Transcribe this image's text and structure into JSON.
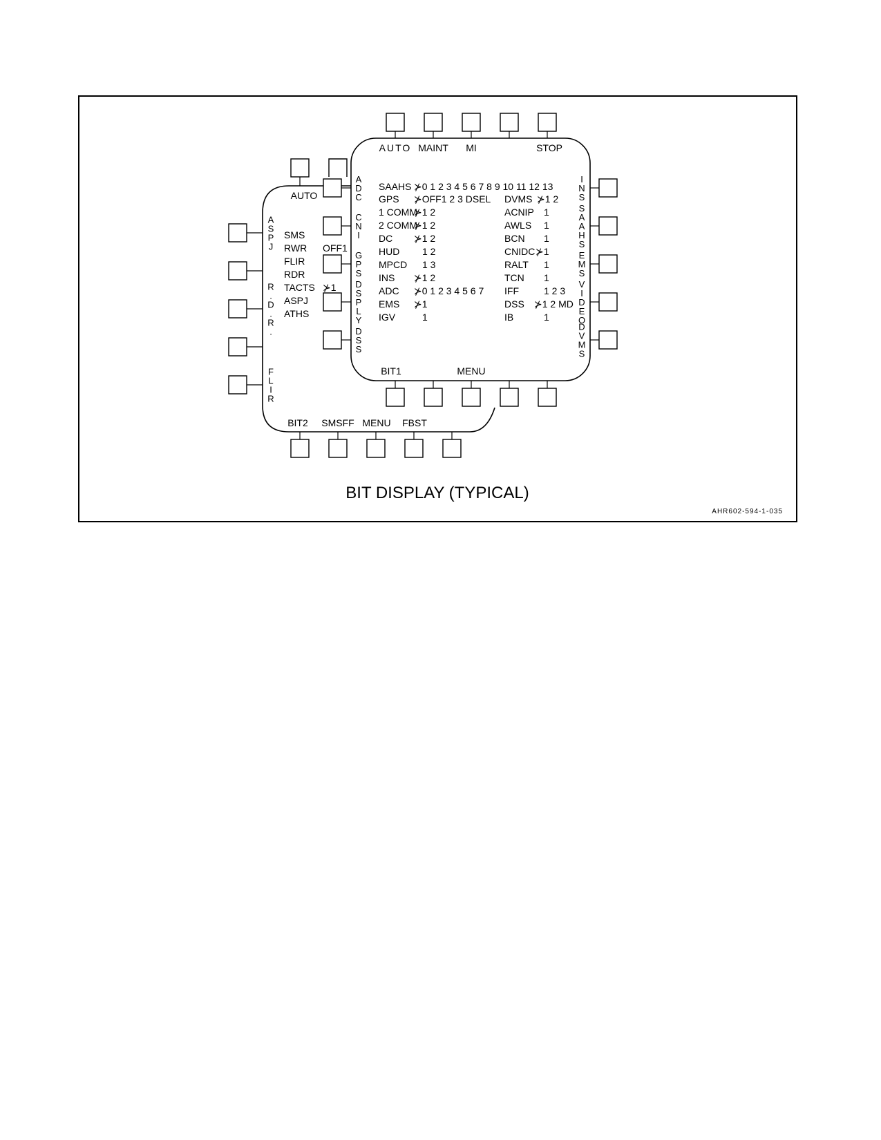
{
  "caption": "BIT DISPLAY (TYPICAL)",
  "figure_id": "AHR602-594-1-035",
  "front_panel": {
    "top_labels": [
      "AUTO",
      "MAINT",
      "MI",
      "STOP"
    ],
    "bottom_labels": [
      "BIT1",
      "MENU"
    ],
    "left_vertical_labels": [
      "ADC",
      "CNI",
      "GPS",
      "DSPLY",
      "DSS"
    ],
    "right_vertical_labels": [
      "INS",
      "SAAHS",
      "EMS",
      "VIDEO",
      "DVMS"
    ],
    "left_rows": [
      {
        "name": "SAAHS",
        "value": "⊁0 1 2 3 4 5 6 7 8 9 10 11 12 13"
      },
      {
        "name": "GPS",
        "value": "⊁OFF1 2 3 DSEL"
      },
      {
        "name": "1 COMM",
        "value": "⊁1 2"
      },
      {
        "name": "2 COMM",
        "value": "⊁1 2"
      },
      {
        "name": "DC",
        "value": "⊁1 2"
      },
      {
        "name": "HUD",
        "value": "1 2"
      },
      {
        "name": "MPCD",
        "value": "1 3"
      },
      {
        "name": "INS",
        "value": "⊁1 2"
      },
      {
        "name": "ADC",
        "value": "⊁0 1 2 3 4 5 6 7"
      },
      {
        "name": "EMS",
        "value": "⊁1"
      },
      {
        "name": "IGV",
        "value": "1"
      }
    ],
    "right_rows": [
      {
        "name": "DVMS",
        "value": "⊁1 2"
      },
      {
        "name": "ACNIP",
        "value": "1"
      },
      {
        "name": "AWLS",
        "value": "1"
      },
      {
        "name": "BCN",
        "value": "1"
      },
      {
        "name": "CNIDC",
        "value": "⊁1"
      },
      {
        "name": "RALT",
        "value": "1"
      },
      {
        "name": "TCN",
        "value": "1"
      },
      {
        "name": "IFF",
        "value": "1 2 3"
      },
      {
        "name": "DSS",
        "value": "⊁1 2 MD"
      },
      {
        "name": "IB",
        "value": "1"
      }
    ]
  },
  "back_panel": {
    "top_label": "AUTO",
    "side_label": "OFF1",
    "bottom_labels": [
      "BIT2",
      "SMSFF",
      "MENU",
      "FBST"
    ],
    "left_vertical_labels": [
      "ASPJ",
      "RDR",
      "FLIR"
    ],
    "left_vertical_display": [
      "ASPJ",
      "R.D.R.",
      "FLIR"
    ],
    "list": [
      "SMS",
      "RWR",
      "FLIR",
      "RDR",
      "TACTS",
      "ASPJ",
      "ATHS"
    ],
    "tacts_value": "⊁1"
  }
}
